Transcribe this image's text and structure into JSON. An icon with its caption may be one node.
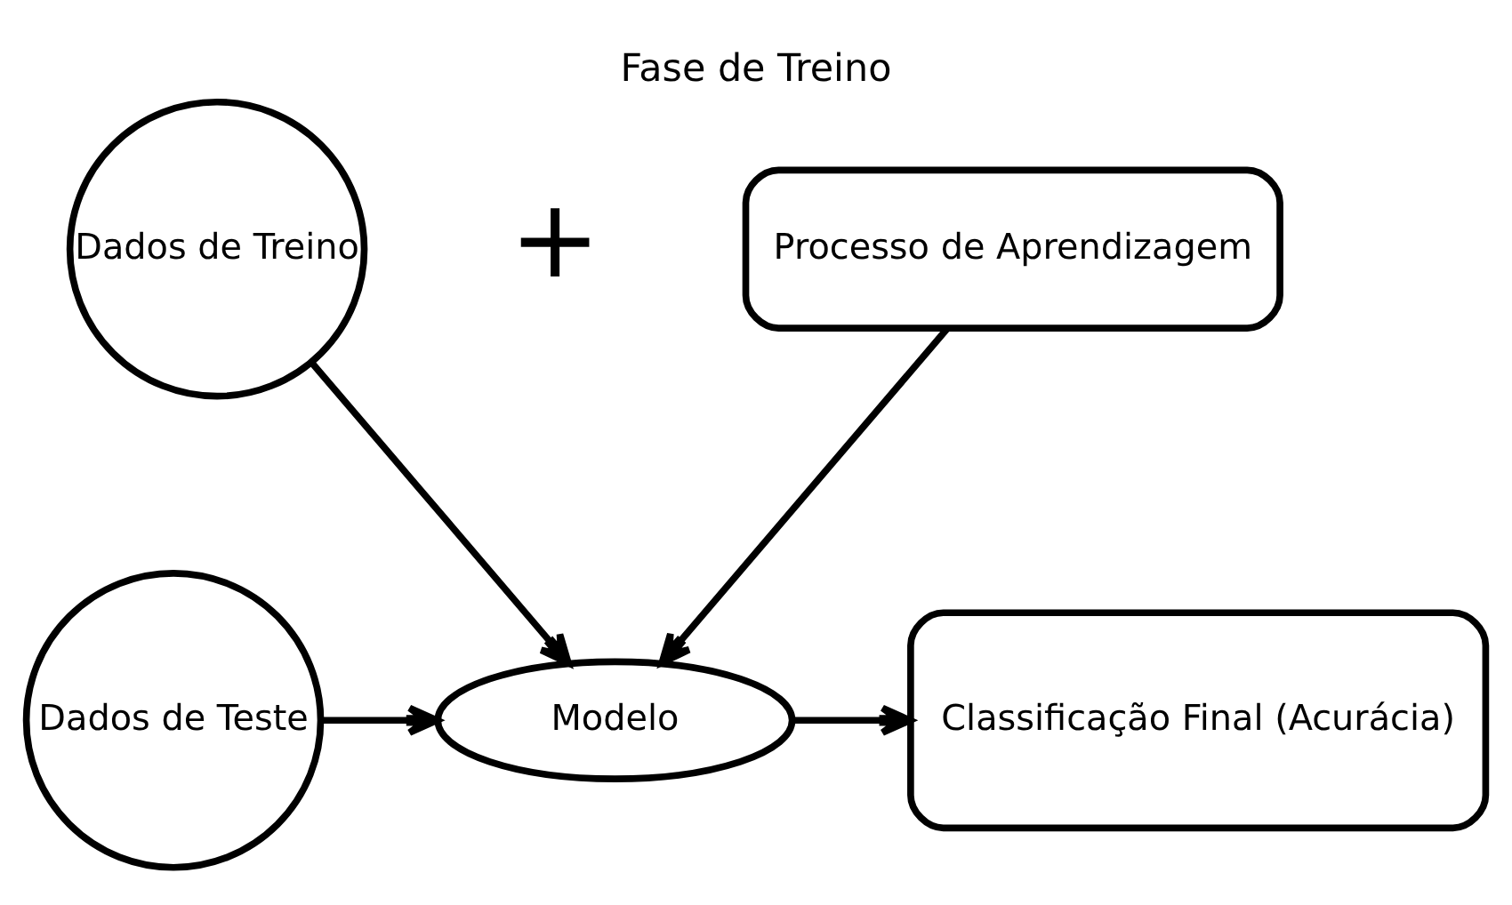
{
  "diagram": {
    "title": "Fase de Treino",
    "nodes": [
      {
        "text": [
          "Dados de Treino"
        ]
      },
      {
        "text": [
          "Processo de Aprendizagem"
        ]
      },
      {
        "text": [
          "Dados de Teste"
        ]
      },
      {
        "text": [
          "Modelo"
        ]
      },
      {
        "text": [
          "Classificação Final (Acurácia)"
        ]
      }
    ],
    "edges": [
      {
        "from": 0,
        "to": 3,
        "arrow": "to"
      },
      {
        "from": 1,
        "to": 3,
        "arrow": "to"
      },
      {
        "from": 2,
        "to": 3,
        "arrow": "to"
      },
      {
        "from": 3,
        "to": 4,
        "arrow": "to"
      }
    ],
    "labels": [
      "+"
    ]
  }
}
